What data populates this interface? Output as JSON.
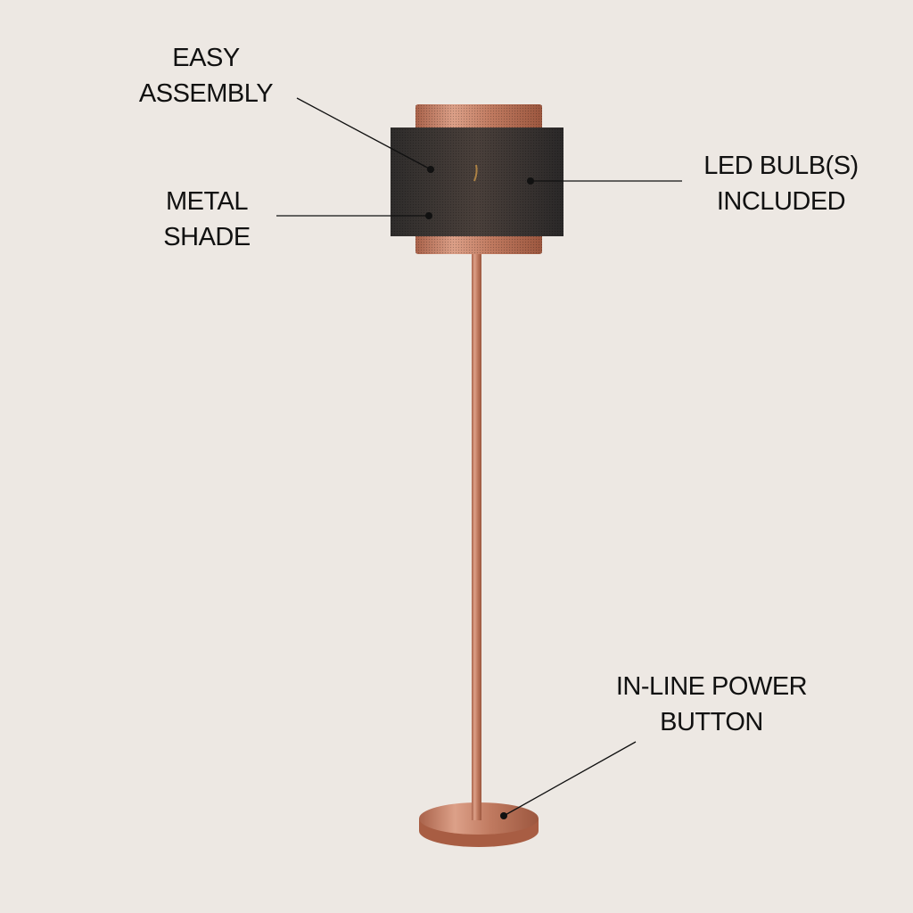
{
  "callouts": {
    "easy_assembly": {
      "line1": "EASY",
      "line2": "ASSEMBLY"
    },
    "metal_shade": {
      "line1": "METAL",
      "line2": "SHADE"
    },
    "led_bulbs": {
      "line1": "LED BULB(S)",
      "line2": "INCLUDED"
    },
    "power_button": {
      "line1": "IN-LINE POWER",
      "line2": "BUTTON"
    }
  },
  "colors": {
    "background": "#ede8e3",
    "copper": "#c47f63",
    "shade_black": "#3a3634"
  }
}
